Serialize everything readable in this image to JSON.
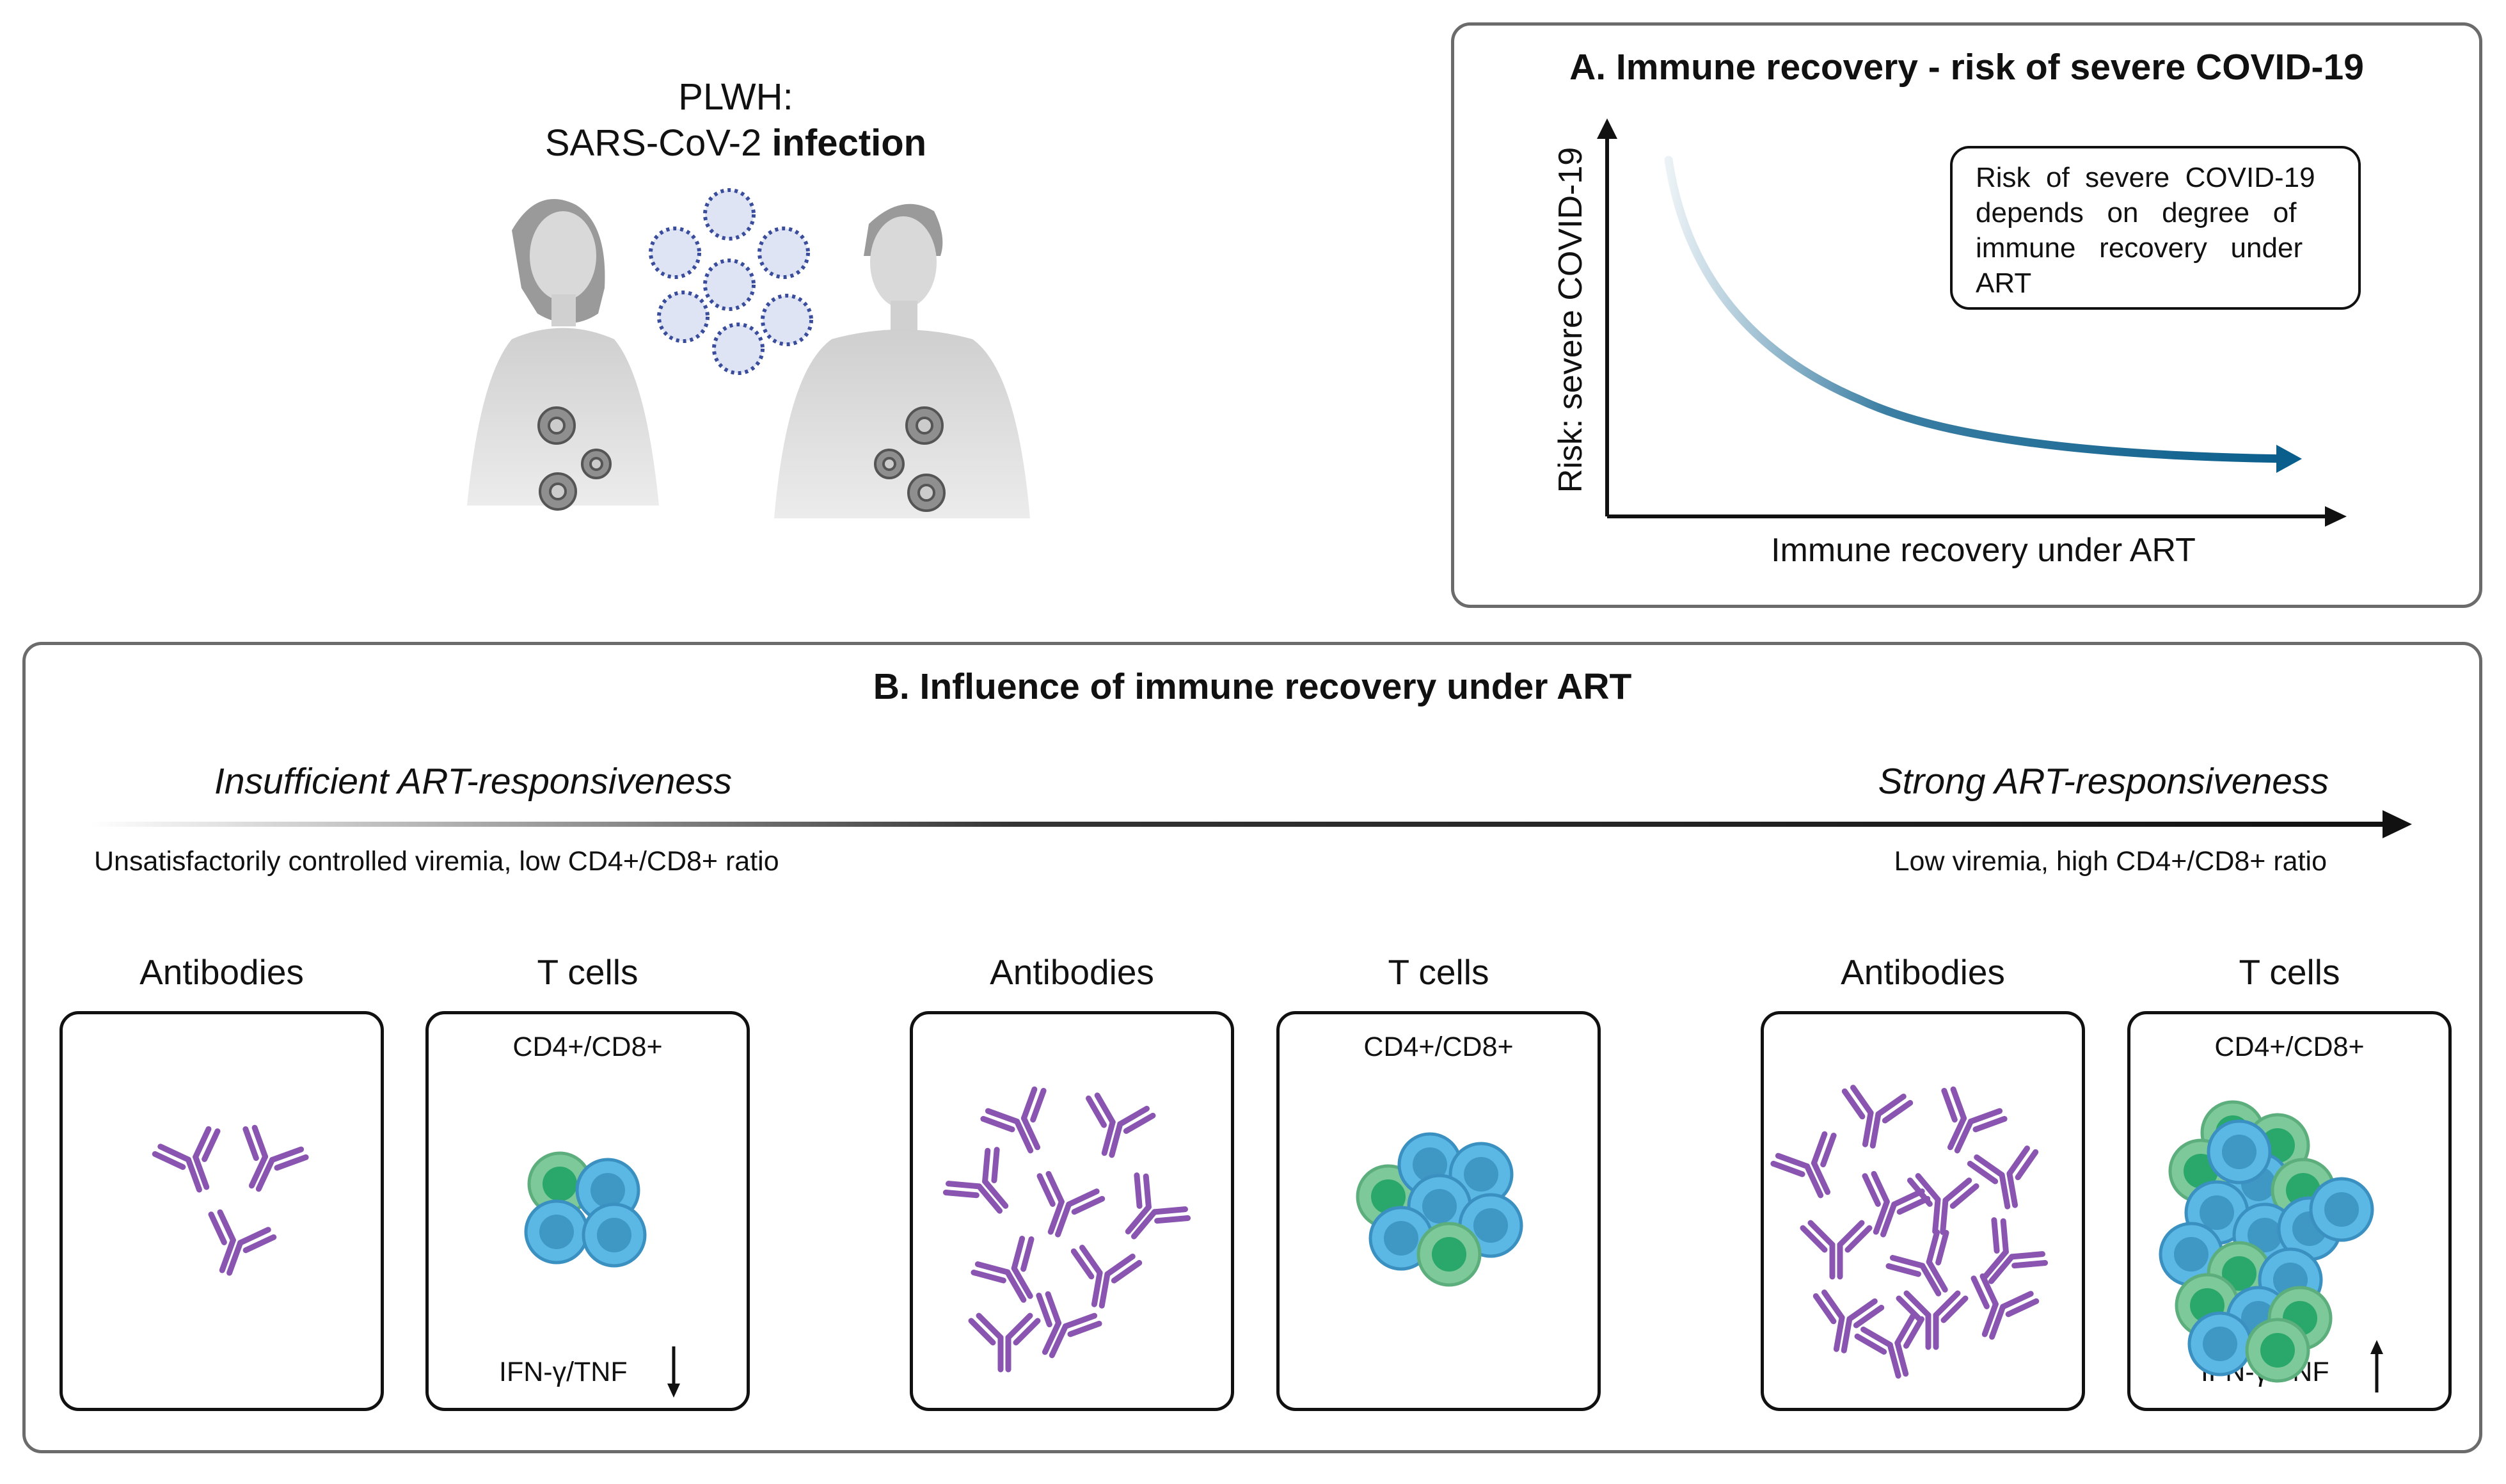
{
  "intro": {
    "line1": "PLWH:",
    "line2_regular": "SARS-CoV-2 ",
    "line2_bold": "infection"
  },
  "panel_a": {
    "title": "A. Immune recovery - risk of severe COVID-19",
    "y_axis_label": "Risk: severe COVID-19",
    "x_axis_label": "Immune recovery under ART",
    "note_lines": [
      "Risk  of  severe  COVID-19",
      "depends   on   degree   of",
      "immune   recovery   under",
      "ART"
    ],
    "curve_color": "#0a5e8c"
  },
  "panel_b": {
    "title": "B. Influence of immune recovery under ART",
    "left_heading": "Insufficient ART-responsiveness",
    "right_heading": "Strong ART-responsiveness",
    "left_subtext": "Unsatisfactorily controlled viremia, low CD4+/CD8+ ratio",
    "right_subtext": "Low viremia, high CD4+/CD8+ ratio",
    "groups": [
      {
        "antibodies_label": "Antibodies",
        "tcells_label": "T cells",
        "ratio_label": "CD4+/CD8+",
        "cytokine_label": "IFN-γ/TNF",
        "cytokine_trend": "down"
      },
      {
        "antibodies_label": "Antibodies",
        "tcells_label": "T cells",
        "ratio_label": "CD4+/CD8+"
      },
      {
        "antibodies_label": "Antibodies",
        "tcells_label": "T cells",
        "ratio_label": "CD4+/CD8+",
        "cytokine_label": "IFN-γ/TNF",
        "cytokine_trend": "up"
      }
    ]
  },
  "colors": {
    "antibody": "#8a55b0",
    "cd4_cell": "#5bb8e4",
    "cd8_cell": "#7ec99a",
    "virus": "#3a4d9c",
    "panel_border": "#6b6b6b"
  }
}
